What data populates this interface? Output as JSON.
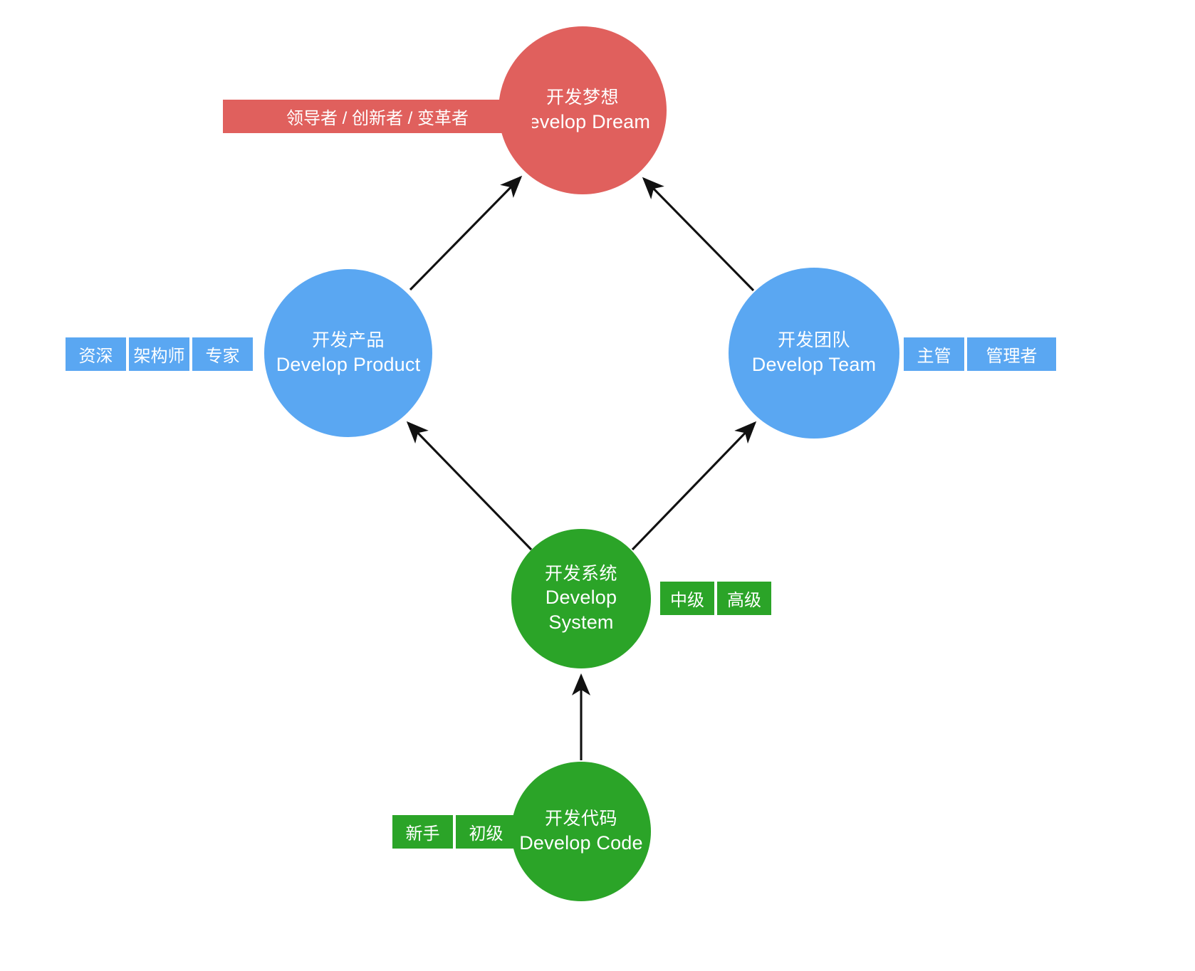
{
  "diagram": {
    "type": "career-growth-flow",
    "background": "#ffffff",
    "palette": {
      "red": "#E0605D",
      "blue": "#5AA7F2",
      "green": "#2BA428",
      "arrow": "#000000",
      "text_on_fill": "#FFFFFF"
    },
    "nodes": [
      {
        "id": "dream",
        "cn": "开发梦想",
        "en": "Develop Dream",
        "color": "#E0605D",
        "tags": [
          "领导者 / 创新者 / 变革者"
        ]
      },
      {
        "id": "product",
        "cn": "开发产品",
        "en": "Develop Product",
        "color": "#5AA7F2",
        "tags": [
          "资深",
          "架构师",
          "专家"
        ]
      },
      {
        "id": "team",
        "cn": "开发团队",
        "en": "Develop Team",
        "color": "#5AA7F2",
        "tags": [
          "主管",
          "管理者"
        ]
      },
      {
        "id": "system",
        "cn": "开发系统",
        "en": "Develop System",
        "color": "#2BA428",
        "tags": [
          "中级",
          "高级"
        ]
      },
      {
        "id": "code",
        "cn": "开发代码",
        "en": "Develop Code",
        "color": "#2BA428",
        "tags": [
          "新手",
          "初级"
        ]
      }
    ],
    "edges": [
      {
        "from": "code",
        "to": "system",
        "style": "arrow"
      },
      {
        "from": "system",
        "to": "product",
        "style": "arrow"
      },
      {
        "from": "system",
        "to": "team",
        "style": "arrow"
      },
      {
        "from": "product",
        "to": "dream",
        "style": "arrow"
      },
      {
        "from": "team",
        "to": "dream",
        "style": "arrow"
      }
    ]
  }
}
